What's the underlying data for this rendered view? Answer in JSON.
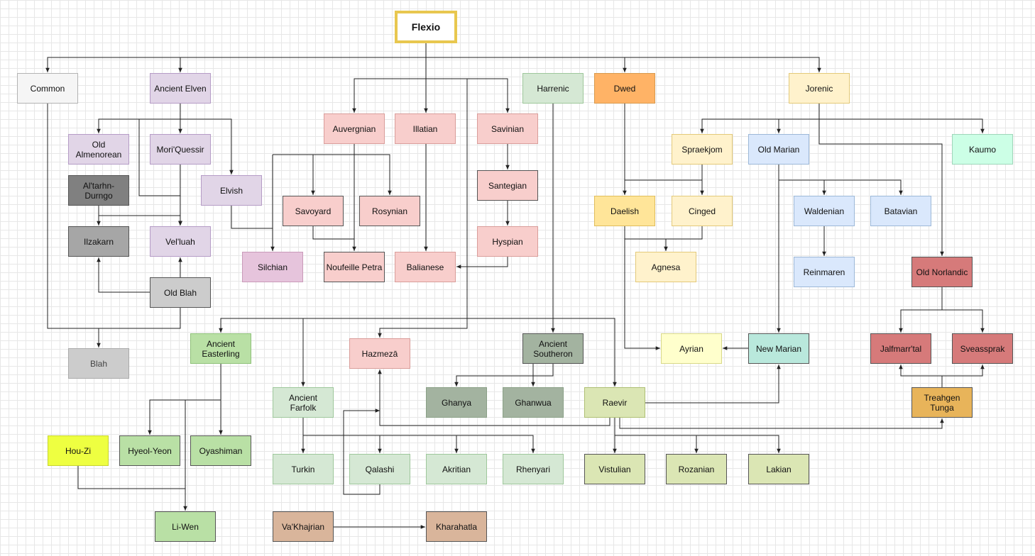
{
  "nodes": [
    {
      "id": "flexio",
      "label": "Flexio",
      "fill": "#ffffff",
      "stroke": "#e8c74f"
    },
    {
      "id": "common",
      "label": "Common",
      "fill": "#f5f5f5",
      "stroke": "#b3b3b3"
    },
    {
      "id": "ancient-elven",
      "label": "Ancient Elven",
      "fill": "#e1d5e7",
      "stroke": "#b59cc6"
    },
    {
      "id": "harrenic",
      "label": "Harrenic",
      "fill": "#d5e8d4",
      "stroke": "#9ec79b"
    },
    {
      "id": "dwed",
      "label": "Dwed",
      "fill": "#ffb366",
      "stroke": "#d89a4e"
    },
    {
      "id": "jorenic",
      "label": "Jorenic",
      "fill": "#fff2cc",
      "stroke": "#e3c979"
    },
    {
      "id": "old-almenorean",
      "label": "Old Almenorean",
      "fill": "#e1d5e7",
      "stroke": "#b59cc6"
    },
    {
      "id": "mori-quessir",
      "label": "Mori'Quessir",
      "fill": "#e1d5e7",
      "stroke": "#b59cc6"
    },
    {
      "id": "altarhn-durngo",
      "label": "Al'tarhn-Durngo",
      "fill": "#808080",
      "stroke": "#555555"
    },
    {
      "id": "elvish",
      "label": "Elvish",
      "fill": "#e1d5e7",
      "stroke": "#b59cc6"
    },
    {
      "id": "ilzakarn",
      "label": "Ilzakarn",
      "fill": "#a6a6a6",
      "stroke": "#555555"
    },
    {
      "id": "velluah",
      "label": "Vel'luah",
      "fill": "#e1d5e7",
      "stroke": "#b59cc6"
    },
    {
      "id": "old-blah",
      "label": "Old Blah",
      "fill": "#cccccc",
      "stroke": "#555555"
    },
    {
      "id": "blah",
      "label": "Blah",
      "fill": "#cccccc",
      "stroke": "#aaaaaa",
      "color": "#444444"
    },
    {
      "id": "auvergnian",
      "label": "Auvergnian",
      "fill": "#f8cecc",
      "stroke": "#d99d9a"
    },
    {
      "id": "illatian",
      "label": "Illatian",
      "fill": "#f8cecc",
      "stroke": "#d99d9a"
    },
    {
      "id": "savinian",
      "label": "Savinian",
      "fill": "#f8cecc",
      "stroke": "#d99d9a"
    },
    {
      "id": "santegian",
      "label": "Santegian",
      "fill": "#f8cecc",
      "stroke": "#555555"
    },
    {
      "id": "hyspian",
      "label": "Hyspian",
      "fill": "#f8cecc",
      "stroke": "#d99d9a"
    },
    {
      "id": "savoyard",
      "label": "Savoyard",
      "fill": "#f8cecc",
      "stroke": "#555555"
    },
    {
      "id": "rosynian",
      "label": "Rosynian",
      "fill": "#f8cecc",
      "stroke": "#555555"
    },
    {
      "id": "silchian",
      "label": "Silchian",
      "fill": "#e6c4dc",
      "stroke": "#c99ab9"
    },
    {
      "id": "noufeille-petra",
      "label": "Noufeille Petra",
      "fill": "#f8cecc",
      "stroke": "#555555"
    },
    {
      "id": "balianese",
      "label": "Balianese",
      "fill": "#f8cecc",
      "stroke": "#d99d9a"
    },
    {
      "id": "spraekjom",
      "label": "Spraekjom",
      "fill": "#fff2cc",
      "stroke": "#e3c979"
    },
    {
      "id": "old-marian",
      "label": "Old Marian",
      "fill": "#dae8fc",
      "stroke": "#9cb8d8"
    },
    {
      "id": "kaumo",
      "label": "Kaumo",
      "fill": "#ccffe6",
      "stroke": "#9ed6b9"
    },
    {
      "id": "daelish",
      "label": "Daelish",
      "fill": "#ffe599",
      "stroke": "#e0bd5c"
    },
    {
      "id": "cinged",
      "label": "Cinged",
      "fill": "#fff2cc",
      "stroke": "#e3c979"
    },
    {
      "id": "agnesa",
      "label": "Agnesa",
      "fill": "#fff2cc",
      "stroke": "#e3c979"
    },
    {
      "id": "waldenian",
      "label": "Waldenian",
      "fill": "#dae8fc",
      "stroke": "#9cb8d8"
    },
    {
      "id": "batavian",
      "label": "Batavian",
      "fill": "#dae8fc",
      "stroke": "#9cb8d8"
    },
    {
      "id": "reinmaren",
      "label": "Reinmaren",
      "fill": "#dae8fc",
      "stroke": "#9cb8d8"
    },
    {
      "id": "old-norlandic",
      "label": "Old Norlandic",
      "fill": "#d67a7a",
      "stroke": "#555555"
    },
    {
      "id": "ancient-easterling",
      "label": "Ancient Easterling",
      "fill": "#b9e0a5",
      "stroke": "#8fc179"
    },
    {
      "id": "hazmeza",
      "label": "Hazmezā",
      "fill": "#f8cecc",
      "stroke": "#d99d9a"
    },
    {
      "id": "ancient-southeron",
      "label": "Ancient Southeron",
      "fill": "#a3b3a0",
      "stroke": "#555555"
    },
    {
      "id": "ayrian",
      "label": "Ayrian",
      "fill": "#ffffcc",
      "stroke": "#d8d889"
    },
    {
      "id": "new-marian",
      "label": "New Marian",
      "fill": "#b9e8dc",
      "stroke": "#555555"
    },
    {
      "id": "jalfmarrtal",
      "label": "Jalfmarr'tal",
      "fill": "#d67a7a",
      "stroke": "#555555"
    },
    {
      "id": "sveassprak",
      "label": "Sveassprak",
      "fill": "#d67a7a",
      "stroke": "#555555"
    },
    {
      "id": "ancient-farfolk",
      "label": "Ancient Farfolk",
      "fill": "#d5e8d4",
      "stroke": "#9ec79b"
    },
    {
      "id": "ghanya",
      "label": "Ghanya",
      "fill": "#a3b3a0",
      "stroke": "#8aa087"
    },
    {
      "id": "ghanwua",
      "label": "Ghanwua",
      "fill": "#a3b3a0",
      "stroke": "#8aa087"
    },
    {
      "id": "raevir",
      "label": "Raevir",
      "fill": "#dbe6b4",
      "stroke": "#aebf74"
    },
    {
      "id": "treahgen-tunga",
      "label": "Treahgen Tunga",
      "fill": "#e8b45a",
      "stroke": "#555555"
    },
    {
      "id": "hou-zi",
      "label": "Hou-Zi",
      "fill": "#eeff41",
      "stroke": "#c6d430"
    },
    {
      "id": "hyeol-yeon",
      "label": "Hyeol-Yeon",
      "fill": "#b9e0a5",
      "stroke": "#555555"
    },
    {
      "id": "oyashiman",
      "label": "Oyashiman",
      "fill": "#b9e0a5",
      "stroke": "#555555"
    },
    {
      "id": "turkin",
      "label": "Turkin",
      "fill": "#d5e8d4",
      "stroke": "#9ec79b"
    },
    {
      "id": "qalashi",
      "label": "Qalashi",
      "fill": "#d5e8d4",
      "stroke": "#9ec79b"
    },
    {
      "id": "akritian",
      "label": "Akritian",
      "fill": "#d5e8d4",
      "stroke": "#9ec79b"
    },
    {
      "id": "rhenyari",
      "label": "Rhenyari",
      "fill": "#d5e8d4",
      "stroke": "#9ec79b"
    },
    {
      "id": "vistulian",
      "label": "Vistulian",
      "fill": "#dbe6b4",
      "stroke": "#555555"
    },
    {
      "id": "rozanian",
      "label": "Rozanian",
      "fill": "#dbe6b4",
      "stroke": "#555555"
    },
    {
      "id": "lakian",
      "label": "Lakian",
      "fill": "#dbe6b4",
      "stroke": "#555555"
    },
    {
      "id": "li-wen",
      "label": "Li-Wen",
      "fill": "#b9e0a5",
      "stroke": "#555555"
    },
    {
      "id": "vakhajrian",
      "label": "Va'Khajrian",
      "fill": "#d9b59b",
      "stroke": "#555555"
    },
    {
      "id": "kharahatla",
      "label": "Kharahatla",
      "fill": "#d9b59b",
      "stroke": "#555555"
    }
  ],
  "edges": [
    {
      "from": "flexio",
      "to": "common"
    },
    {
      "from": "flexio",
      "to": "ancient-elven"
    },
    {
      "from": "flexio",
      "to": "dwed"
    },
    {
      "from": "flexio",
      "to": "jorenic"
    },
    {
      "from": "flexio",
      "to": "auvergnian"
    },
    {
      "from": "flexio",
      "to": "illatian"
    },
    {
      "from": "flexio",
      "to": "savinian"
    },
    {
      "from": "flexio",
      "to": "ancient-easterling"
    },
    {
      "from": "flexio",
      "to": "ancient-farfolk"
    },
    {
      "from": "flexio",
      "to": "hazmeza"
    },
    {
      "from": "flexio",
      "to": "raevir"
    },
    {
      "from": "ancient-elven",
      "to": "old-almenorean"
    },
    {
      "from": "ancient-elven",
      "to": "mori-quessir"
    },
    {
      "from": "ancient-elven",
      "to": "elvish"
    },
    {
      "from": "ancient-elven",
      "to": "velluah"
    },
    {
      "from": "mori-quessir",
      "to": "velluah"
    },
    {
      "from": "altarhn-durngo",
      "to": "ilzakarn"
    },
    {
      "from": "altarhn-durngo",
      "to": "velluah"
    },
    {
      "from": "old-blah",
      "to": "ilzakarn"
    },
    {
      "from": "old-blah",
      "to": "velluah"
    },
    {
      "from": "common",
      "to": "blah"
    },
    {
      "from": "old-blah",
      "to": "blah"
    },
    {
      "from": "auvergnian",
      "to": "noufeille-petra"
    },
    {
      "from": "auvergnian",
      "to": "savoyard"
    },
    {
      "from": "auvergnian",
      "to": "rosynian"
    },
    {
      "from": "elvish",
      "to": "silchian"
    },
    {
      "from": "savoyard",
      "to": "noufeille-petra"
    },
    {
      "from": "illatian",
      "to": "balianese"
    },
    {
      "from": "savinian",
      "to": "santegian"
    },
    {
      "from": "santegian",
      "to": "hyspian"
    },
    {
      "from": "hyspian",
      "to": "balianese"
    },
    {
      "from": "harrenic",
      "to": "ancient-southeron"
    },
    {
      "from": "dwed",
      "to": "daelish"
    },
    {
      "from": "dwed",
      "to": "cinged"
    },
    {
      "from": "spraekjom",
      "to": "daelish"
    },
    {
      "from": "spraekjom",
      "to": "cinged"
    },
    {
      "from": "daelish",
      "to": "agnesa"
    },
    {
      "from": "cinged",
      "to": "agnesa"
    },
    {
      "from": "daelish",
      "to": "ayrian"
    },
    {
      "from": "jorenic",
      "to": "spraekjom"
    },
    {
      "from": "jorenic",
      "to": "old-marian"
    },
    {
      "from": "jorenic",
      "to": "kaumo"
    },
    {
      "from": "jorenic",
      "to": "old-norlandic"
    },
    {
      "from": "old-marian",
      "to": "waldenian"
    },
    {
      "from": "old-marian",
      "to": "batavian"
    },
    {
      "from": "old-marian",
      "to": "new-marian"
    },
    {
      "from": "waldenian",
      "to": "reinmaren"
    },
    {
      "from": "new-marian",
      "to": "ayrian"
    },
    {
      "from": "old-norlandic",
      "to": "jalfmarrtal"
    },
    {
      "from": "old-norlandic",
      "to": "sveassprak"
    },
    {
      "from": "treahgen-tunga",
      "to": "jalfmarrtal"
    },
    {
      "from": "treahgen-tunga",
      "to": "sveassprak"
    },
    {
      "from": "ancient-southeron",
      "to": "ghanya"
    },
    {
      "from": "ancient-southeron",
      "to": "ghanwua"
    },
    {
      "from": "raevir",
      "to": "new-marian"
    },
    {
      "from": "raevir",
      "to": "treahgen-tunga"
    },
    {
      "from": "raevir",
      "to": "vistulian"
    },
    {
      "from": "raevir",
      "to": "rozanian"
    },
    {
      "from": "raevir",
      "to": "lakian"
    },
    {
      "from": "raevir",
      "to": "hazmeza"
    },
    {
      "from": "ancient-farfolk",
      "to": "turkin"
    },
    {
      "from": "ancient-farfolk",
      "to": "qalashi"
    },
    {
      "from": "ancient-farfolk",
      "to": "akritian"
    },
    {
      "from": "ancient-farfolk",
      "to": "rhenyari"
    },
    {
      "from": "qalashi",
      "to": "hazmeza"
    },
    {
      "from": "ancient-easterling",
      "to": "hyeol-yeon"
    },
    {
      "from": "ancient-easterling",
      "to": "oyashiman"
    },
    {
      "from": "ancient-easterling",
      "to": "li-wen"
    },
    {
      "from": "hou-zi",
      "to": "li-wen"
    },
    {
      "from": "vakhajrian",
      "to": "kharahatla"
    }
  ]
}
